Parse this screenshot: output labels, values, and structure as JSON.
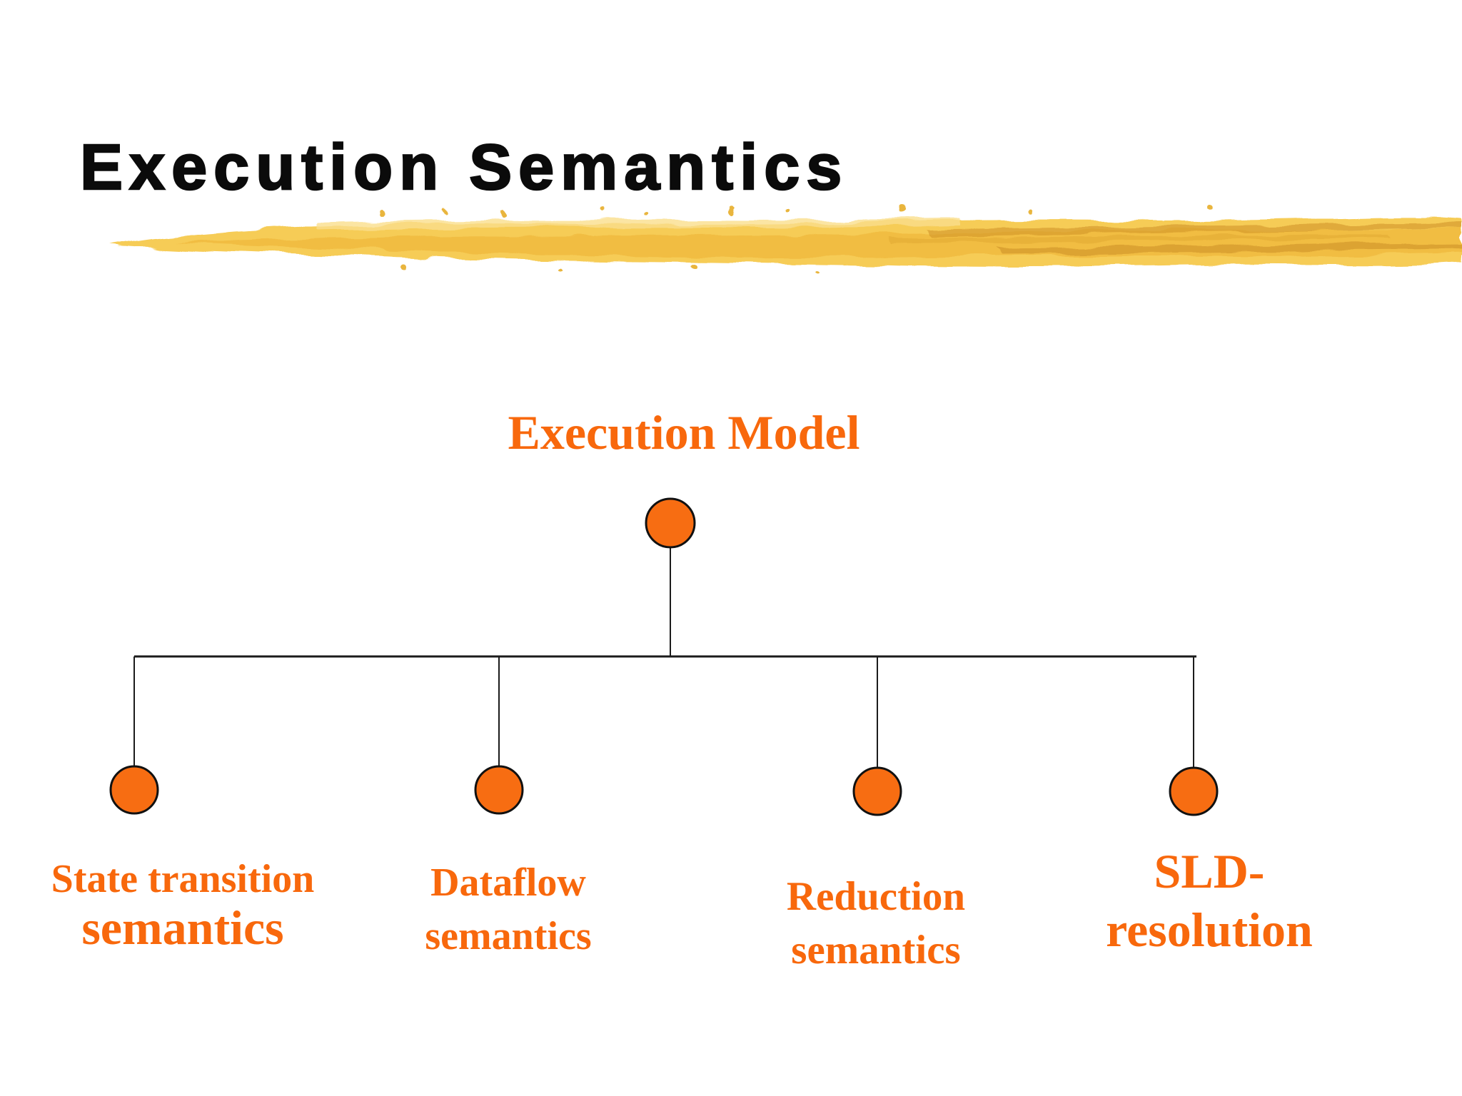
{
  "slide": {
    "title": "Execution Semantics",
    "heading_underline": "gold brush stroke",
    "colors": {
      "background": "#FFFFFF",
      "title_text": "#0B0B0B",
      "node_text": "#F8680C",
      "node_fill": "#F76D12",
      "node_border": "#111111",
      "connector": "#1B1B1B",
      "brush_gold": "#F5C94E",
      "brush_dark": "#D69B2D",
      "brush_light": "#FADF8C"
    },
    "diagram": {
      "root_label": "Execution Model",
      "children": [
        {
          "line1": "State transition",
          "line2": "semantics"
        },
        {
          "line1": "Dataflow",
          "line2": "semantics"
        },
        {
          "line1": "Reduction",
          "line2": "semantics"
        },
        {
          "line1": "SLD-",
          "line2": "resolution"
        }
      ]
    }
  }
}
